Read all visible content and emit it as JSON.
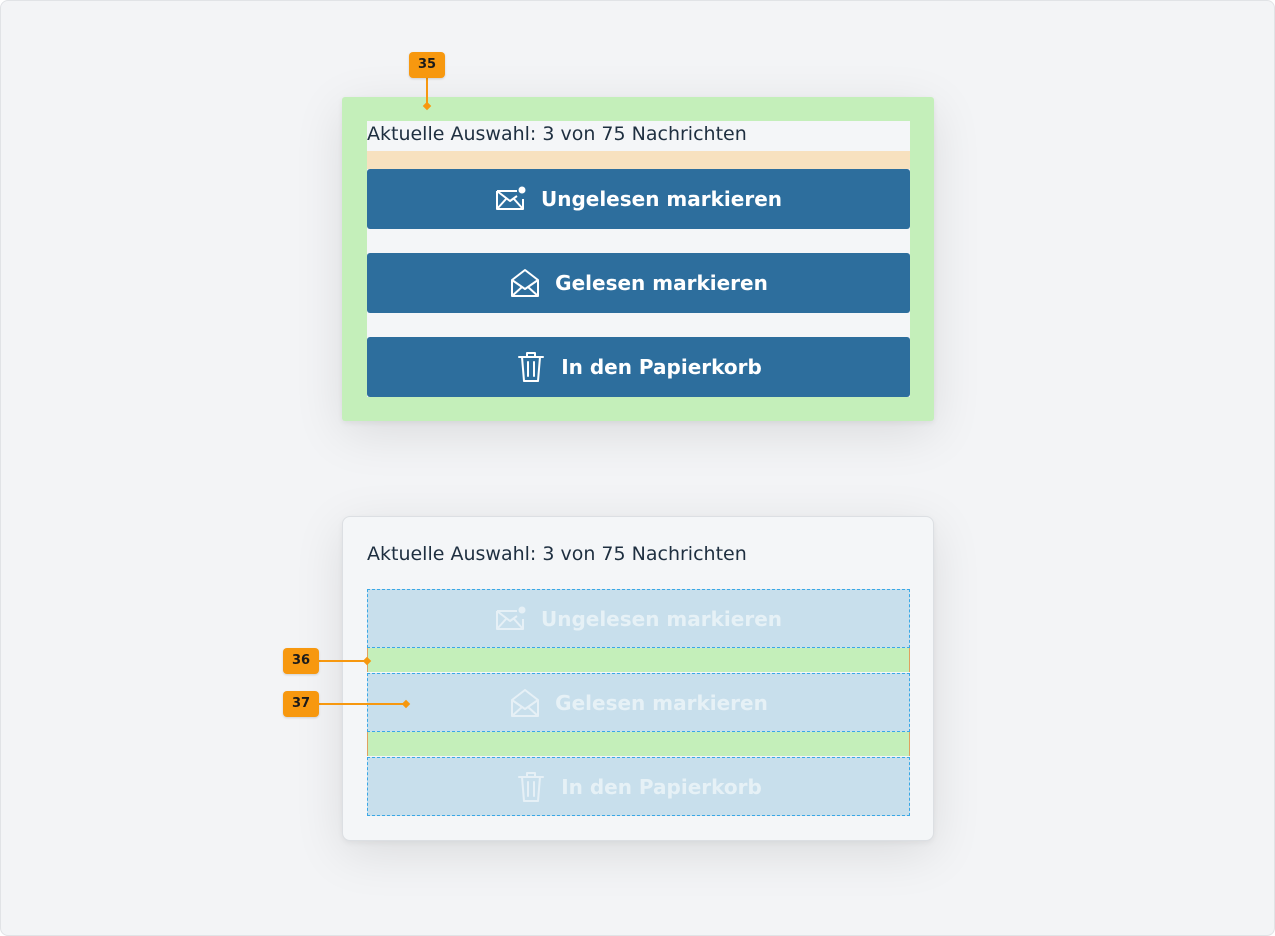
{
  "selection_text": "Aktuelle Auswahl: 3 von 75 Nachrichten",
  "buttons": {
    "mark_unread": {
      "label": "Ungelesen markieren",
      "icon": "envelope-unread-icon"
    },
    "mark_read": {
      "label": "Gelesen markieren",
      "icon": "envelope-open-icon"
    },
    "trash": {
      "label": "In den Papierkorb",
      "icon": "trash-icon"
    }
  },
  "annotations": {
    "padding": "35",
    "gap": "36",
    "button_box": "37"
  },
  "colors": {
    "button_bg": "#2d6e9d",
    "annotation_green": "#c4efba",
    "annotation_orange": "#f7980f",
    "annotation_peach": "#f7e1bf",
    "box_blue": "#c8dfec"
  }
}
